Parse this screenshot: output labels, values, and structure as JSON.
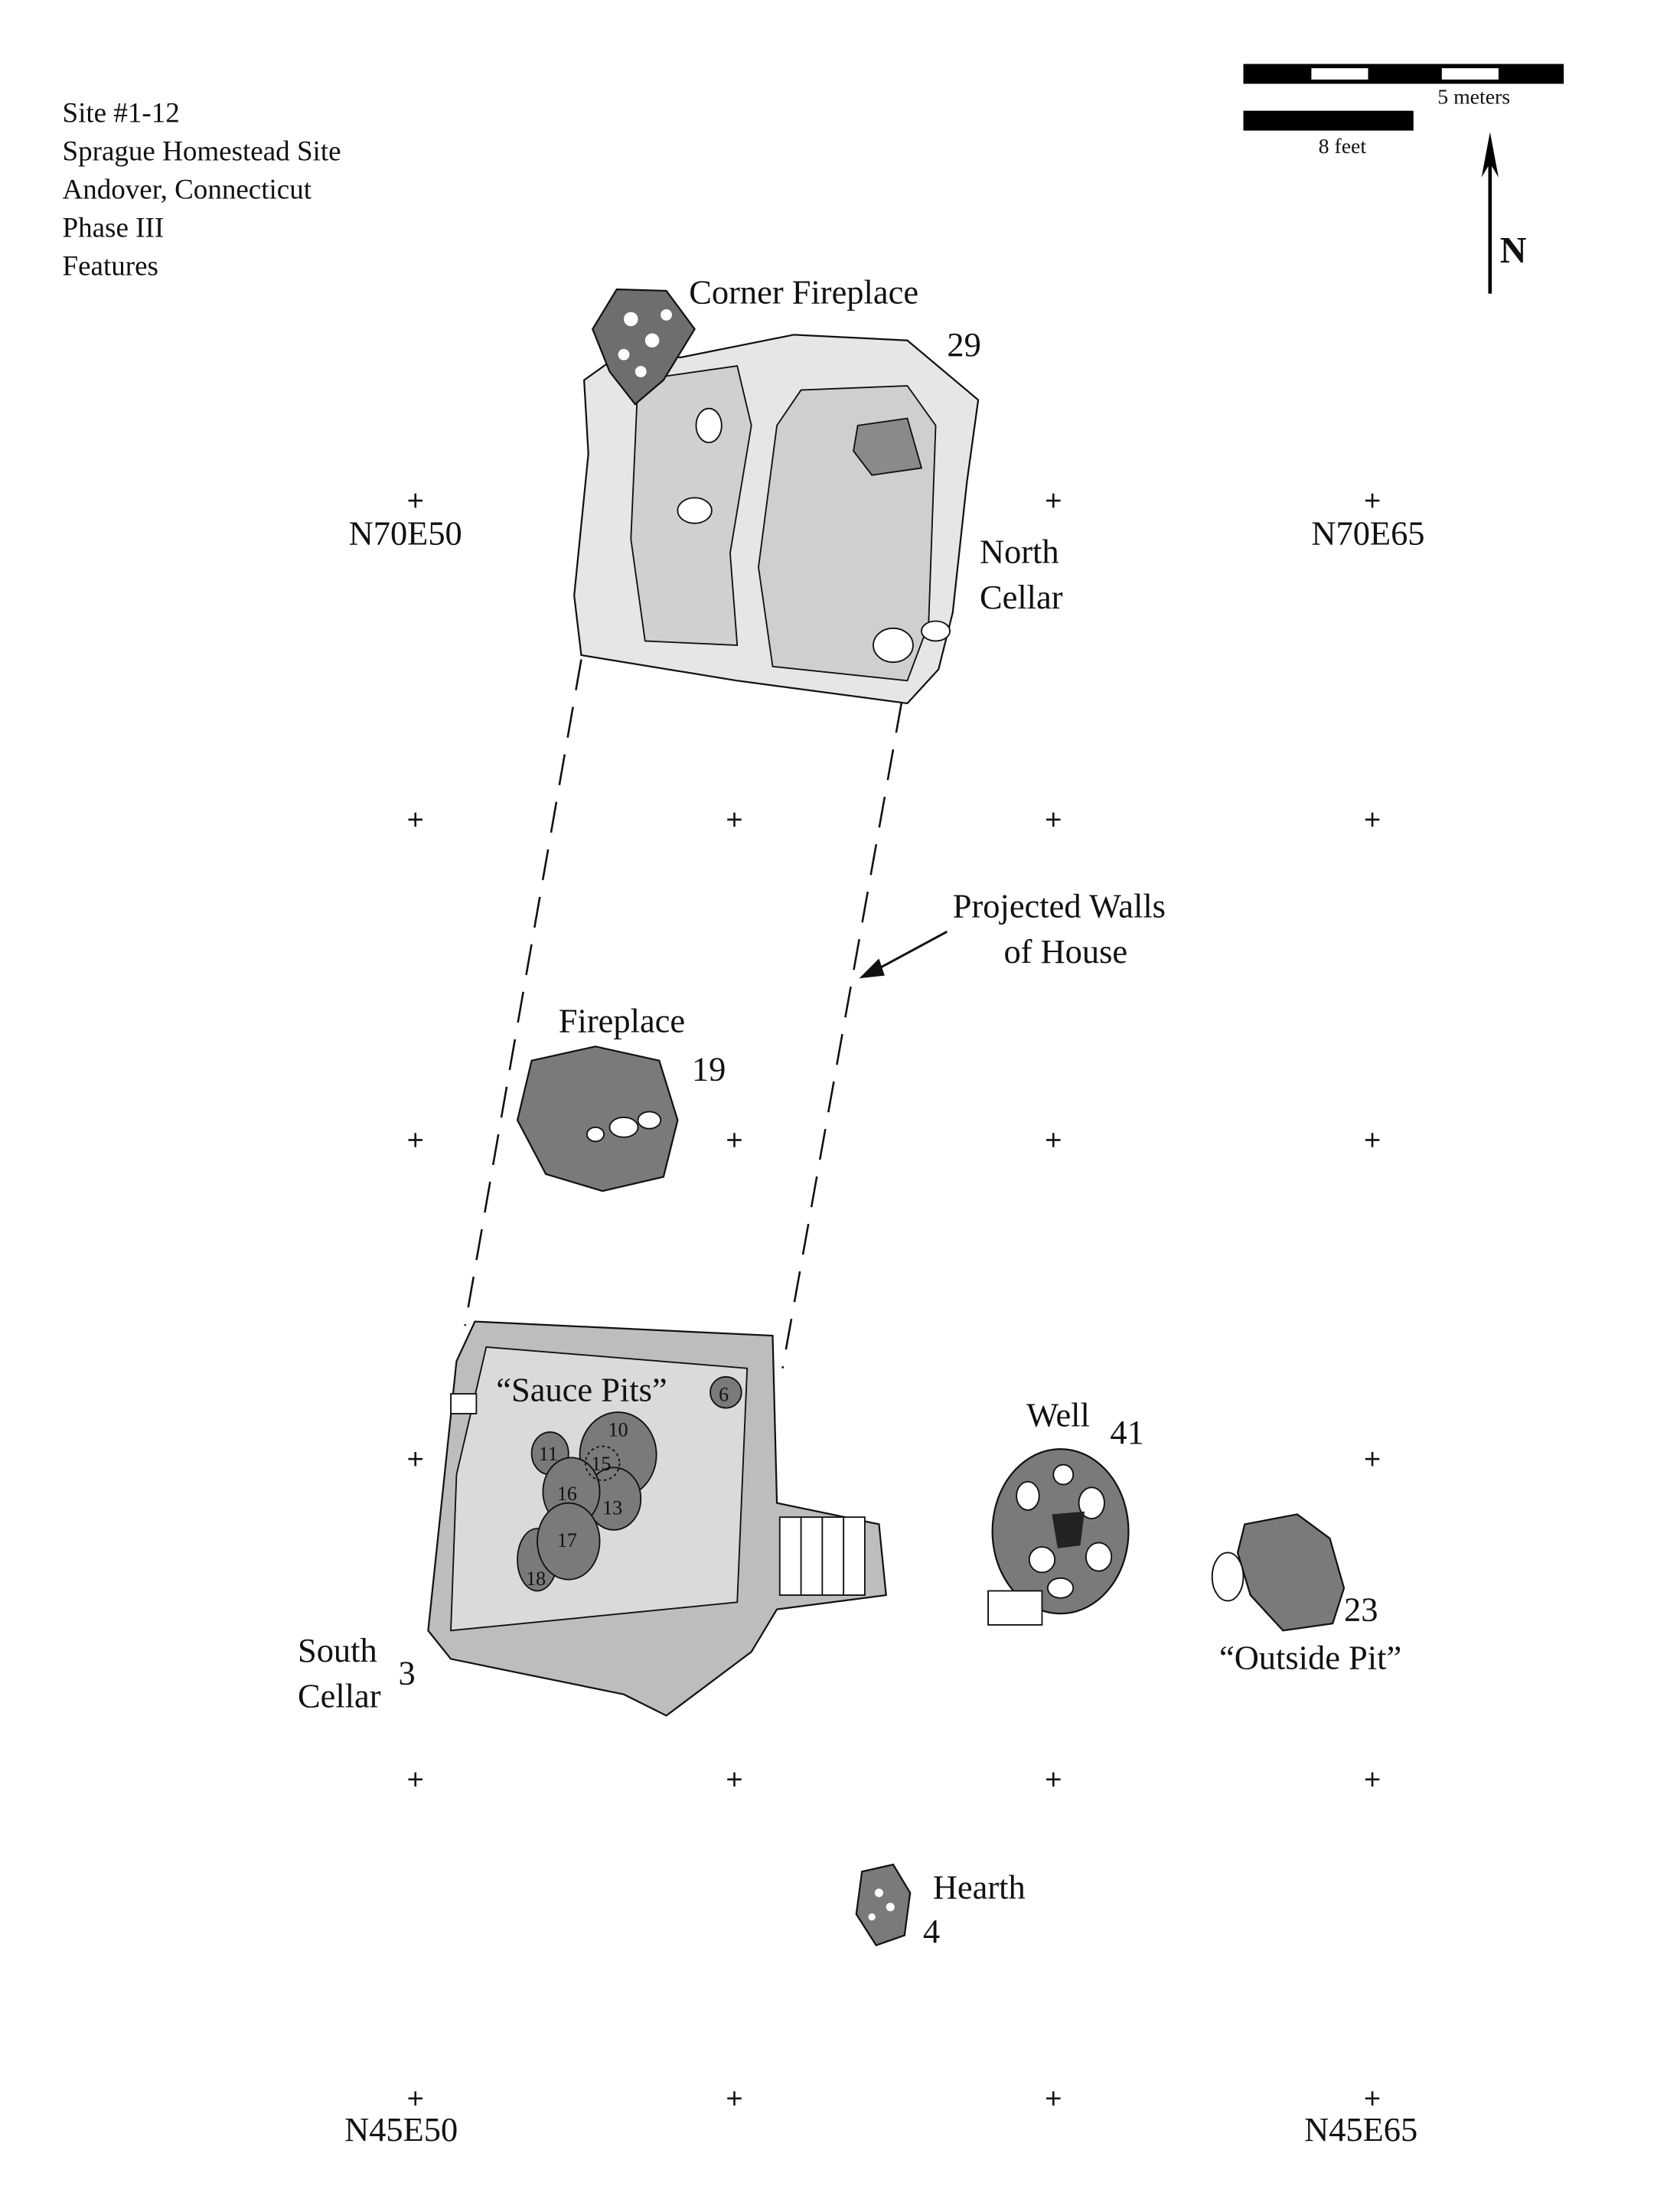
{
  "title_block": {
    "lines": [
      "Site #1-12",
      "Sprague Homestead Site",
      "Andover, Connecticut",
      "Phase III",
      "Features"
    ]
  },
  "scale": {
    "metric_label": "5 meters",
    "imperial_label": "8 feet"
  },
  "north_arrow": {
    "label": "N"
  },
  "grid_labels": {
    "nw": "N70E50",
    "ne": "N70E65",
    "sw": "N45E50",
    "se": "N45E65"
  },
  "features": {
    "corner_fireplace": {
      "name": "Corner Fireplace",
      "number": "29"
    },
    "north_cellar": {
      "name_line1": "North",
      "name_line2": "Cellar"
    },
    "projected_walls": {
      "line1": "Projected Walls",
      "line2": "of House"
    },
    "fireplace": {
      "name": "Fireplace",
      "number": "19"
    },
    "sauce_pits": {
      "name": "“Sauce Pits”",
      "pits": [
        "6",
        "10",
        "11",
        "15",
        "16",
        "13",
        "17",
        "18"
      ]
    },
    "south_cellar": {
      "name_line1": "South",
      "name_line2": "Cellar",
      "number": "3"
    },
    "well": {
      "name": "Well",
      "number": "41"
    },
    "outside_pit": {
      "name": "“Outside Pit”",
      "number": "23"
    },
    "hearth": {
      "name": "Hearth",
      "number": "4"
    }
  },
  "colors": {
    "dark_fill": "#7a7a7a",
    "light_fill": "#d9d9d9",
    "medium_fill": "#bdbdbd"
  }
}
